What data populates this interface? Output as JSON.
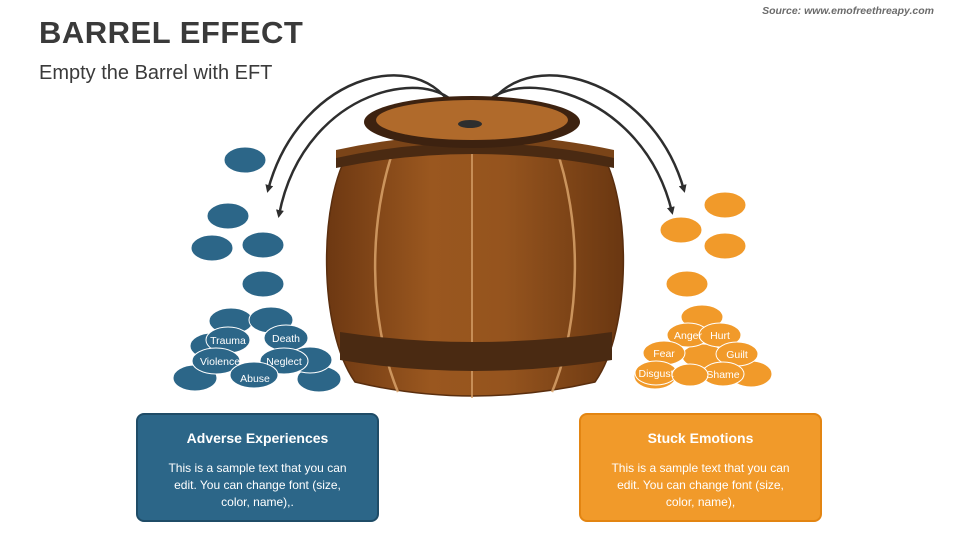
{
  "header": {
    "title": "BARREL EFFECT",
    "subtitle": "Empty the Barrel with EFT",
    "source": "Source: www.emofreethreapy.com"
  },
  "colors": {
    "blue": "#2c6688",
    "orange": "#f19a2a",
    "barrel_wood": "#8f4f1e",
    "barrel_band": "#4a2a12"
  },
  "left_pile": {
    "labels": [
      "Trauma",
      "Death",
      "Violence",
      "Neglect",
      "Abuse"
    ]
  },
  "right_pile": {
    "labels": [
      "Anger",
      "Hurt",
      "Fear",
      "Guilt",
      "Disgust",
      "Shame"
    ]
  },
  "left_box": {
    "title": "Adverse Experiences",
    "body": "This is a sample text that you can edit. You can change font (size, color, name),."
  },
  "right_box": {
    "title": "Stuck Emotions",
    "body": "This is a sample text that you can edit. You can change font (size, color, name),"
  }
}
